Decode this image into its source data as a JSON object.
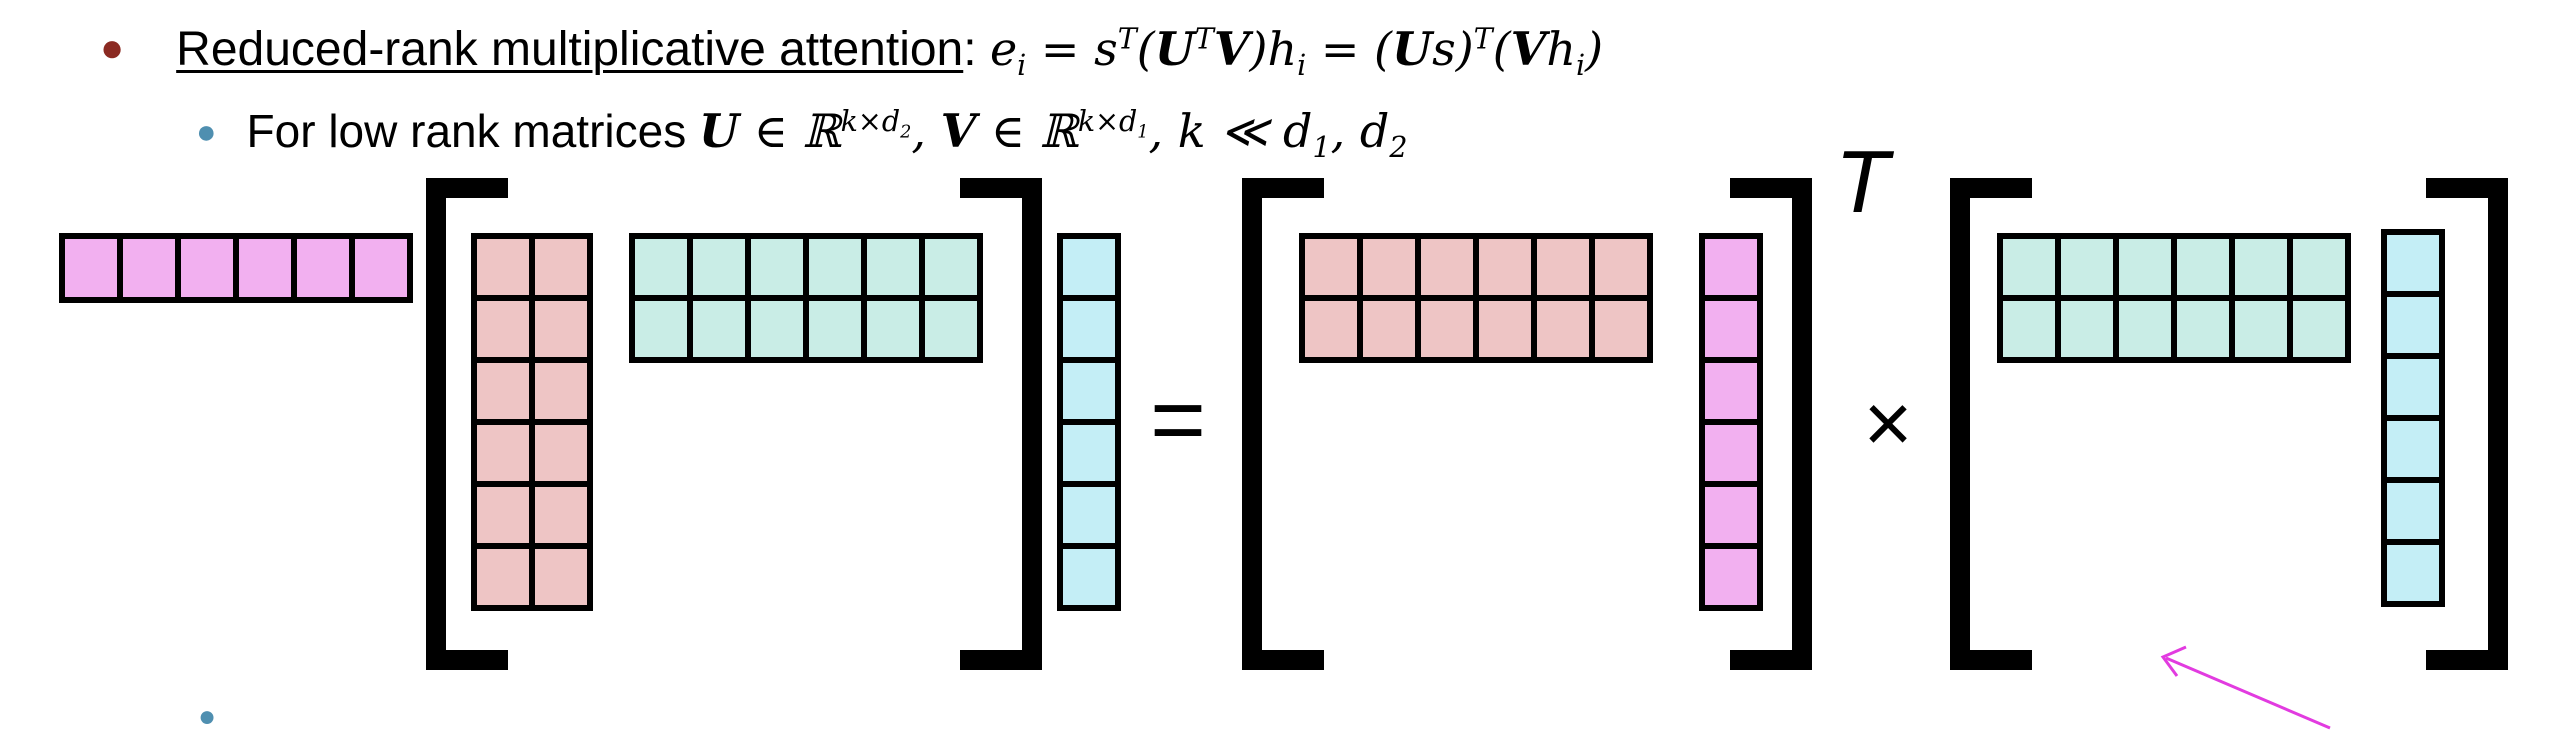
{
  "bullet1": {
    "label": "Reduced-rank multiplicative attention",
    "colon": ":",
    "formula_parts": [
      "e",
      "i",
      " = s",
      "T",
      "(",
      "U",
      "T",
      "V",
      ")h",
      "i",
      " = (",
      "U",
      "s)",
      "T",
      "(",
      "V",
      "h",
      "i",
      ")"
    ]
  },
  "bullet2": {
    "text": "For low rank matrices ",
    "formula_parts": [
      "U",
      " ∈ ℝ",
      "k×d",
      "2",
      ", ",
      "V",
      " ∈ ℝ",
      "k×d",
      "1",
      ", k ≪ d",
      "1",
      ", d",
      "2"
    ]
  },
  "diagram": {
    "equals_symbol": "=",
    "times_symbol": "×",
    "transpose_symbol": "T"
  },
  "colors": {
    "pink": "#f2b0f0",
    "salmon": "#eec5c5",
    "mint": "#c9ede6",
    "cyan": "#c4eef6",
    "arrow": "#e23be0",
    "bullet_primary": "#8b2a22",
    "bullet_secondary": "#4f8fb0"
  }
}
